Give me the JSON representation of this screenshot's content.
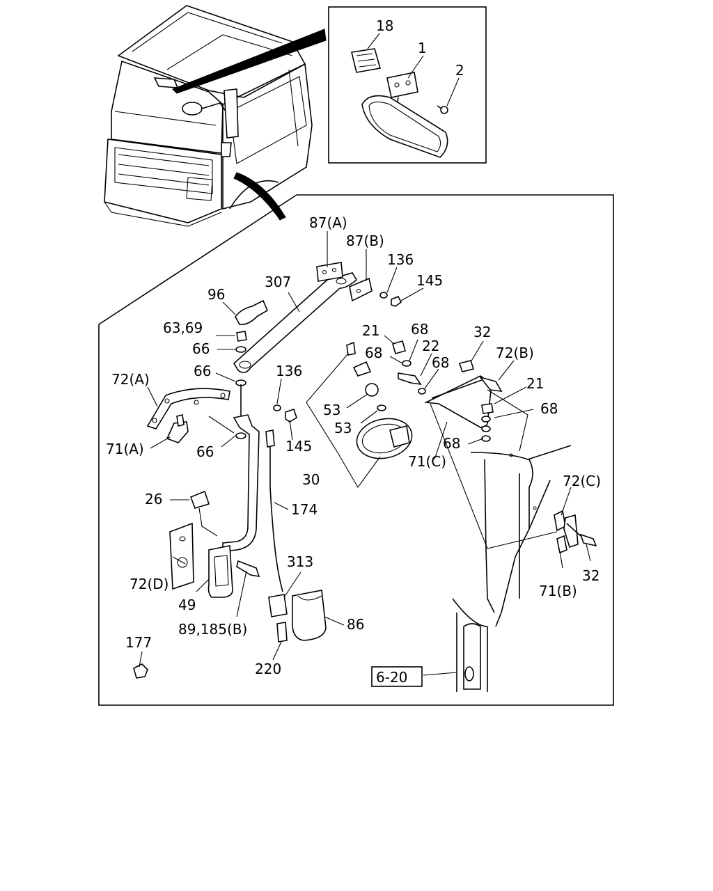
{
  "diagram": {
    "inset_labels": [
      "18",
      "1",
      "2"
    ],
    "callouts": [
      "87(A)",
      "87(B)",
      "136",
      "145",
      "307",
      "96",
      "63,69",
      "66",
      "66",
      "72(A)",
      "136",
      "71(A)",
      "66",
      "145",
      "26",
      "174",
      "72(D)",
      "49",
      "89,185(B)",
      "313",
      "86",
      "177",
      "220",
      "21",
      "68",
      "68",
      "22",
      "68",
      "53",
      "53",
      "30",
      "32",
      "72(B)",
      "21",
      "68",
      "71(C)",
      "68",
      "72(C)",
      "32",
      "71(B)"
    ],
    "reference_box": "6-20"
  }
}
